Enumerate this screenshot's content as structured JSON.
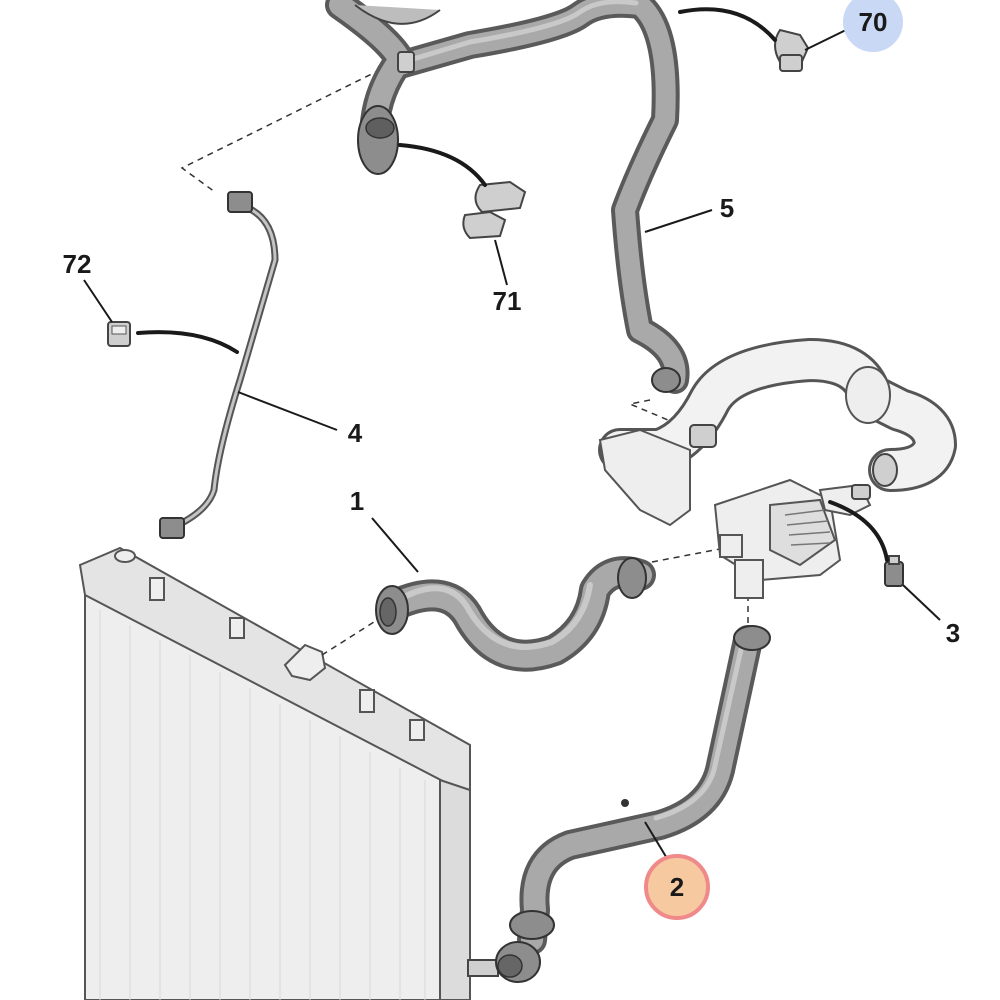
{
  "diagram": {
    "labels": {
      "part_1": "1",
      "part_2": "2",
      "part_3": "3",
      "part_4": "4",
      "part_5": "5",
      "part_70": "70",
      "part_71": "71",
      "part_72": "72"
    },
    "highlight_colors": {
      "part_2": "#f6c9a0",
      "part_2_ring": "#f08a8a",
      "part_70": "#c9d8f5"
    }
  }
}
